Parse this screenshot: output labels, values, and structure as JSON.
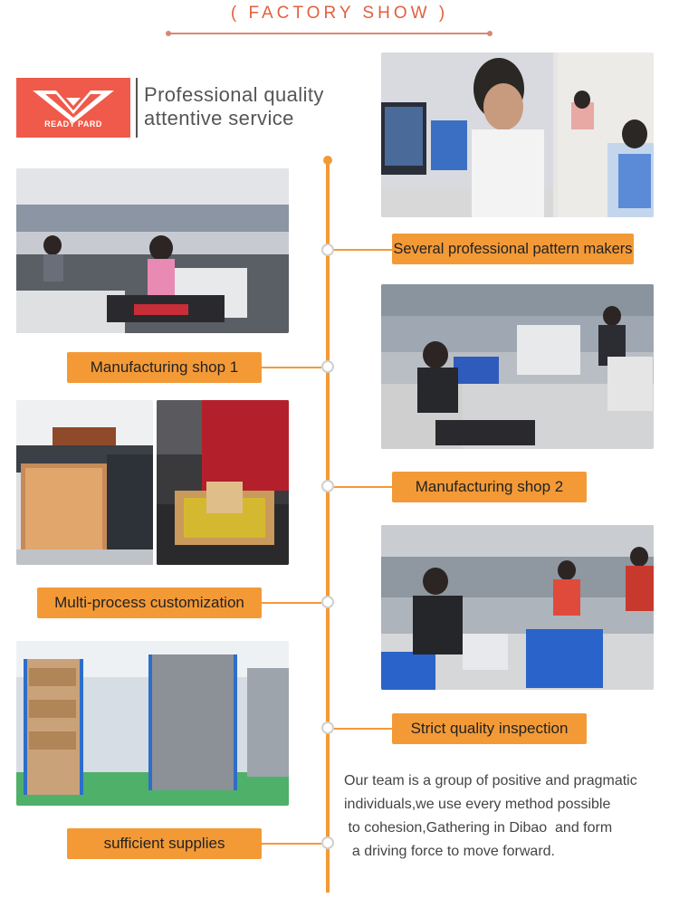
{
  "header": {
    "title": "( FACTORY  SHOW )"
  },
  "brand": {
    "logo_text": "READY PARD",
    "tagline_line1": "Professional quality",
    "tagline_line2": "attentive service"
  },
  "labels": {
    "pattern_makers": "Several professional pattern makers",
    "shop1": "Manufacturing shop 1",
    "shop2": "Manufacturing shop 2",
    "multi_process": "Multi-process customization",
    "quality": "Strict quality inspection",
    "supplies": "sufficient supplies"
  },
  "paragraph": {
    "line1": "Our team is a group of positive and pragmatic",
    "line2": "individuals,we use every method possible",
    "line3": " to cohesion,Gathering in Dibao  and form",
    "line4": "  a driving force to move forward."
  },
  "colors": {
    "accent": "#f39a37",
    "title": "#e25f3f",
    "logo_bg": "#ef5a4a"
  }
}
